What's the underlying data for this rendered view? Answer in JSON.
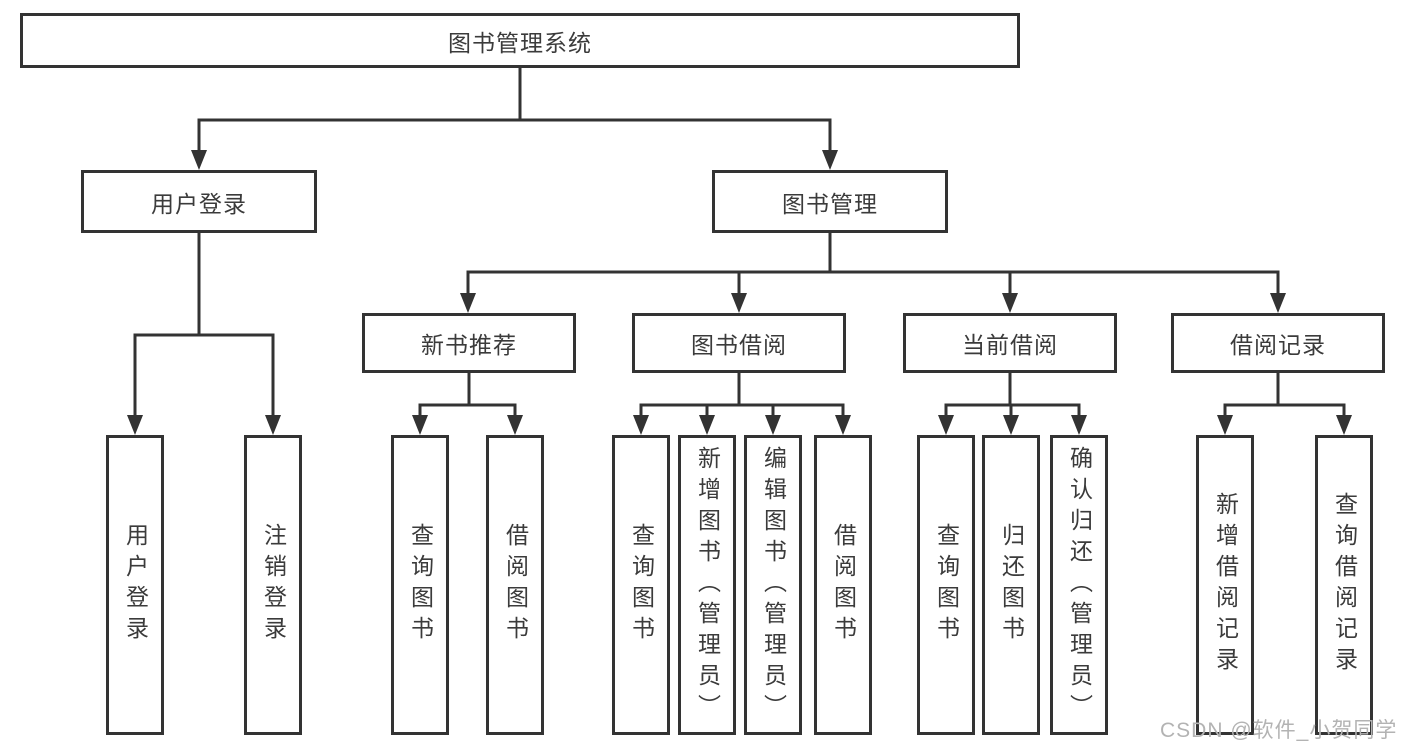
{
  "diagram": {
    "root_label": "图书管理系统",
    "level2": {
      "user_login": {
        "label": "用户登录",
        "leaves": [
          "用户登录",
          "注销登录"
        ]
      },
      "book_management": {
        "label": "图书管理",
        "sections": [
          {
            "label": "新书推荐",
            "leaves": [
              "查询图书",
              "借阅图书"
            ]
          },
          {
            "label": "图书借阅",
            "leaves": [
              "查询图书",
              "新增图书（管理员）",
              "编辑图书（管理员）",
              "借阅图书"
            ]
          },
          {
            "label": "当前借阅",
            "leaves": [
              "查询图书",
              "归还图书",
              "确认归还（管理员）"
            ]
          },
          {
            "label": "借阅记录",
            "leaves": [
              "新增借阅记录",
              "查询借阅记录"
            ]
          }
        ]
      }
    },
    "watermark": "CSDN @软件_小贺同学",
    "colors": {
      "border": "#333333",
      "connector": "#333333",
      "text": "#3b3b3b",
      "watermark": "#b3b3b3",
      "background": "#ffffff"
    }
  }
}
